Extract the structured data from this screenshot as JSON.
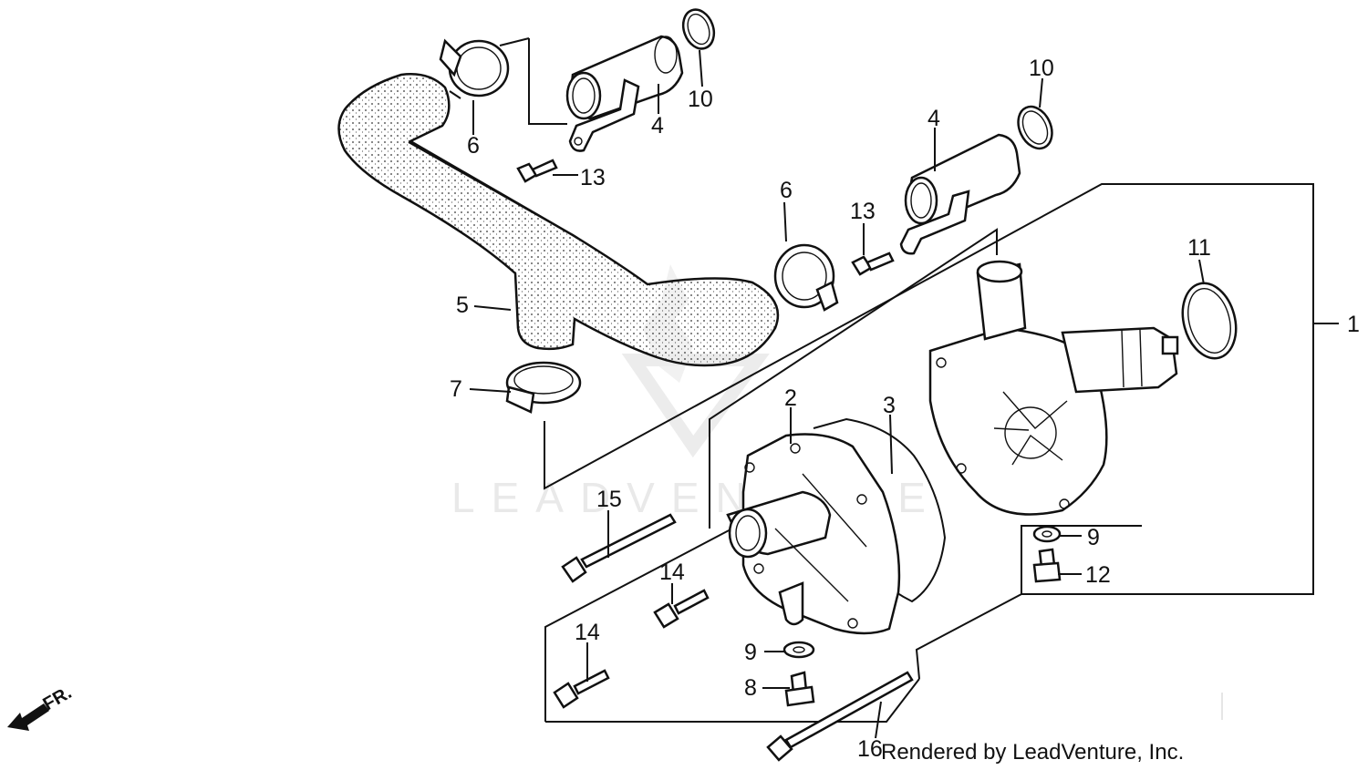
{
  "diagram": {
    "callouts": [
      {
        "id": "1",
        "text": "1"
      },
      {
        "id": "2",
        "text": "2"
      },
      {
        "id": "3",
        "text": "3"
      },
      {
        "id": "4a",
        "text": "4"
      },
      {
        "id": "4b",
        "text": "4"
      },
      {
        "id": "5",
        "text": "5"
      },
      {
        "id": "6a",
        "text": "6"
      },
      {
        "id": "6b",
        "text": "6"
      },
      {
        "id": "7",
        "text": "7"
      },
      {
        "id": "8",
        "text": "8"
      },
      {
        "id": "9a",
        "text": "9"
      },
      {
        "id": "9b",
        "text": "9"
      },
      {
        "id": "10a",
        "text": "10"
      },
      {
        "id": "10b",
        "text": "10"
      },
      {
        "id": "11",
        "text": "11"
      },
      {
        "id": "12",
        "text": "12"
      },
      {
        "id": "13a",
        "text": "13"
      },
      {
        "id": "13b",
        "text": "13"
      },
      {
        "id": "14a",
        "text": "14"
      },
      {
        "id": "14b",
        "text": "14"
      },
      {
        "id": "15",
        "text": "15"
      },
      {
        "id": "16",
        "text": "16"
      }
    ],
    "front_indicator": "FR.",
    "watermark": "LEADVENTURE",
    "credit": "Rendered by LeadVenture, Inc."
  }
}
